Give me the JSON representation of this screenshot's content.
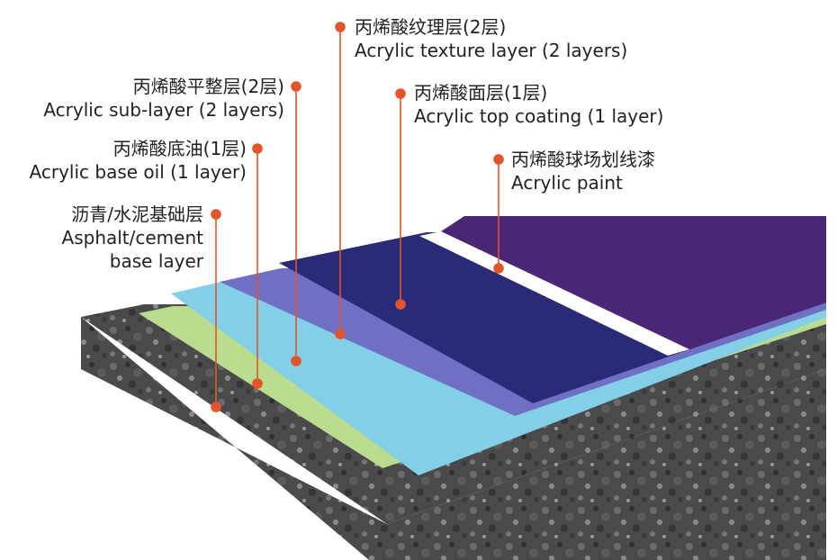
{
  "colors": {
    "accent_marker": "#E1552A",
    "asphalt_base": "#4a4a4c",
    "acrylic_base_oil": "#b9dc8f",
    "acrylic_sub_layer": "#82cfe6",
    "acrylic_texture_layer": "#6f6fc4",
    "acrylic_top_coating": "#2b2a78",
    "acrylic_paint": "#4b2676",
    "line_marking": "#ffffff"
  },
  "labels": {
    "texture": {
      "zh": "丙烯酸纹理层(2层)",
      "en": "Acrylic texture layer (2 layers)"
    },
    "top": {
      "zh": "丙烯酸面层(1层)",
      "en": "Acrylic top coating (1 layer)"
    },
    "paint": {
      "zh": "丙烯酸球场划线漆",
      "en": "Acrylic paint"
    },
    "sub": {
      "zh": "丙烯酸平整层(2层)",
      "en": "Acrylic sub-layer (2 layers)"
    },
    "oil": {
      "zh": "丙烯酸底油(1层)",
      "en": "Acrylic base oil (1 layer)"
    },
    "asphalt": {
      "zh": "沥青/水泥基础层",
      "en1": "Asphalt/cement",
      "en2": "base layer"
    }
  }
}
